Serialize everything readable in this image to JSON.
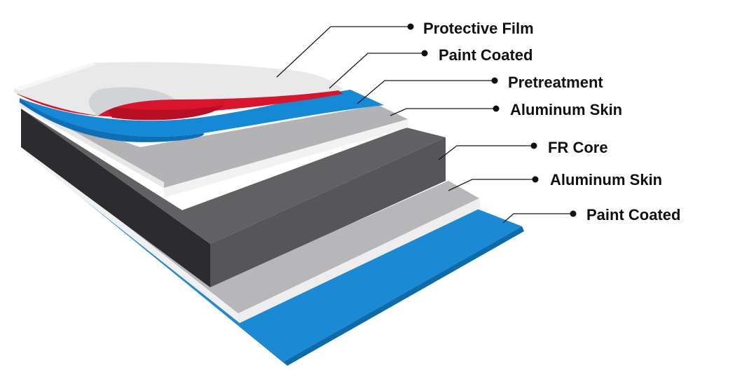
{
  "layers": [
    {
      "label": "Protective Film"
    },
    {
      "label": "Paint Coated"
    },
    {
      "label": "Pretreatment"
    },
    {
      "label": "Aluminum Skin"
    },
    {
      "label": "FR Core"
    },
    {
      "label": "Aluminum Skin"
    },
    {
      "label": "Paint Coated"
    }
  ],
  "colors": {
    "protective_film": "#e9e9ea",
    "paint_coat_top": "#d9152d",
    "pretreatment": "#1588d6",
    "aluminum_skin": "#b5b5b7",
    "aluminum_edge": "#f1f1f1",
    "fr_core_top": "#5e5e60",
    "fr_core_side": "#2b2b2d",
    "paint_coat_bottom": "#1a8ad4",
    "label_text": "#111111"
  }
}
